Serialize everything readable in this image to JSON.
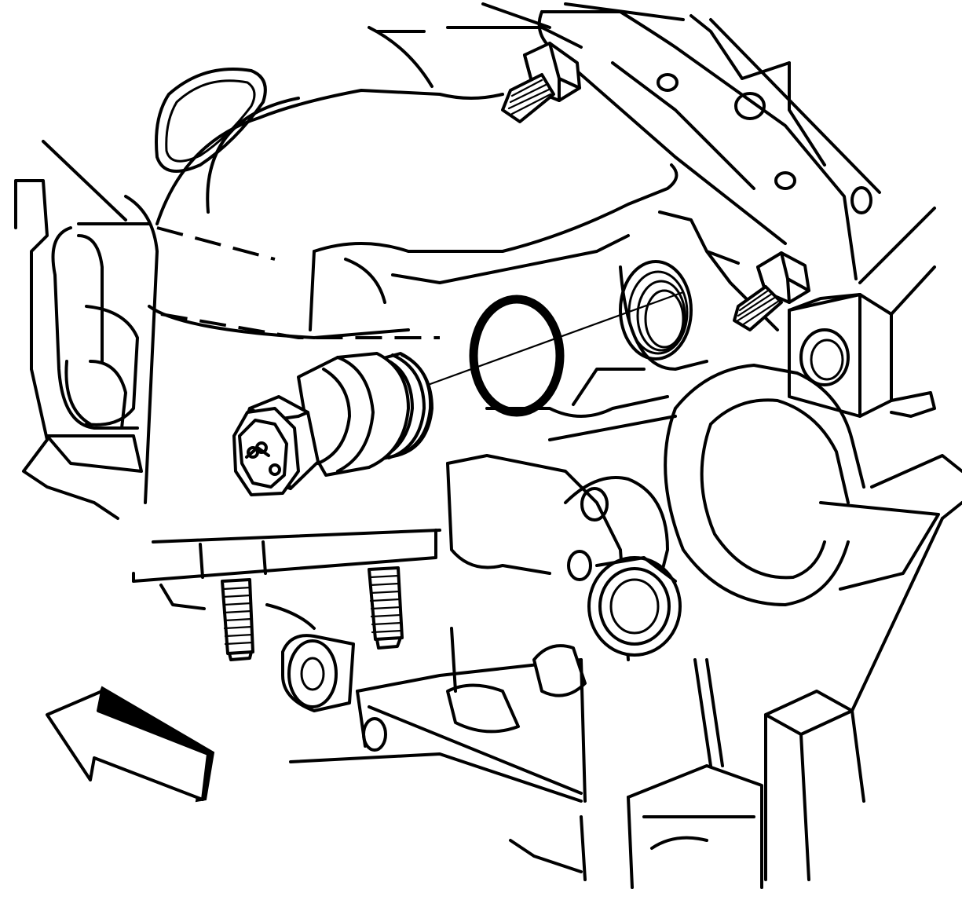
{
  "figure": {
    "kind": "line-art engine component illustration",
    "background": "#ffffff",
    "line_color": "#000000"
  },
  "parts": {
    "sensor": "threaded-sensor-with-hex-and-connector",
    "seal": "o-ring-seal",
    "port": "threaded-sensor-port",
    "upper_bolts": [
      "upper-left-bolt",
      "upper-right-bolt"
    ],
    "lower_studs": [
      "lower-left-stud",
      "lower-right-stud"
    ],
    "direction_indicator": "arrow-pointing-forward-left"
  }
}
